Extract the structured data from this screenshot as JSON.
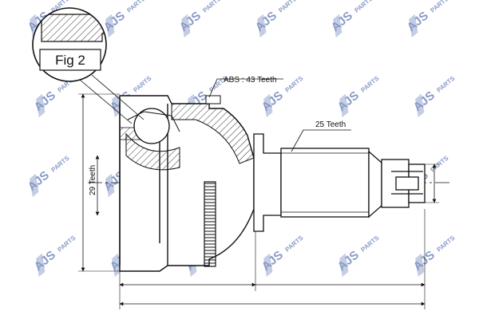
{
  "watermark": {
    "brand": "AJS",
    "suffix": "PARTS",
    "color": "#2a4a9a"
  },
  "figure": {
    "fig_label": "Fig 2",
    "abs_label": "ABS : 43 Teeth",
    "spline_label": "25 Teeth",
    "outer_label": "29 Teeth"
  },
  "colors": {
    "line": "#111111",
    "hatch": "#333333"
  }
}
